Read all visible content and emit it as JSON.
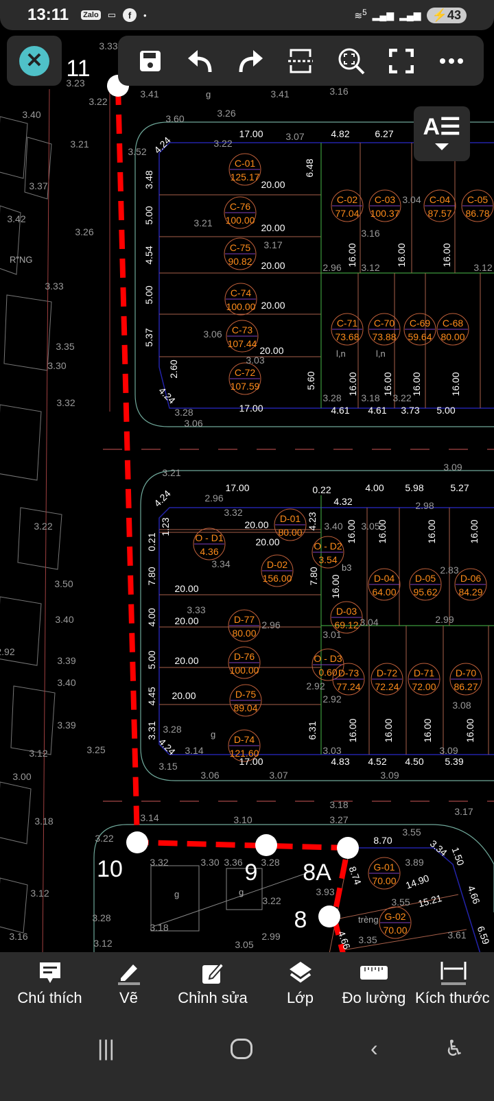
{
  "status_bar": {
    "time": "13:11",
    "notifications": [
      "Zalo",
      "voicemail-icon",
      "facebook-icon",
      "•"
    ],
    "network": "5",
    "battery": "43"
  },
  "toolbar": {
    "buttons": [
      "save",
      "undo",
      "redo",
      "fit-width",
      "zoom-extents",
      "fullscreen",
      "more"
    ]
  },
  "colors": {
    "route": "#ff0000",
    "lot_label": "#ff8c1a",
    "block_outline": "#2323a8",
    "lot_line": "#a8604a",
    "curb": "#6fa89a",
    "green_line": "#3c9a3c",
    "toolbar_bg": "#2b2b2b",
    "close_button": "#4fc1c8"
  },
  "drawing": {
    "route_points": [
      "11",
      "10",
      "9",
      "8A",
      "8"
    ],
    "lots": [
      {
        "id": "C-01",
        "area": "125.17"
      },
      {
        "id": "C-76",
        "area": "100.00"
      },
      {
        "id": "C-75",
        "area": "90.82"
      },
      {
        "id": "C-74",
        "area": "100.00"
      },
      {
        "id": "C-73",
        "area": "107.44"
      },
      {
        "id": "C-72",
        "area": "107.59"
      },
      {
        "id": "C-02",
        "area": "77.04"
      },
      {
        "id": "C-03",
        "area": "100.37"
      },
      {
        "id": "C-04",
        "area": "87.57"
      },
      {
        "id": "C-05",
        "area": "86.78"
      },
      {
        "id": "C-71",
        "area": "73.68"
      },
      {
        "id": "C-70",
        "area": "73.88"
      },
      {
        "id": "C-69",
        "area": "59.64"
      },
      {
        "id": "C-68",
        "area": "80.00"
      },
      {
        "id": "D-01",
        "area": "80.00"
      },
      {
        "id": "O - D1",
        "area": "4.36"
      },
      {
        "id": "O - D2",
        "area": "3.54"
      },
      {
        "id": "D-02",
        "area": "156.00"
      },
      {
        "id": "D-03",
        "area": "69.12"
      },
      {
        "id": "D-04",
        "area": "64.00"
      },
      {
        "id": "D-05",
        "area": "95.62"
      },
      {
        "id": "D-06",
        "area": "84.29"
      },
      {
        "id": "D-77",
        "area": "80.00"
      },
      {
        "id": "D-76",
        "area": "100.00"
      },
      {
        "id": "O - D3",
        "area": "0.60"
      },
      {
        "id": "D-75",
        "area": "89.04"
      },
      {
        "id": "D-74",
        "area": "121.60"
      },
      {
        "id": "D-73",
        "area": "77.24"
      },
      {
        "id": "D-72",
        "area": "72.24"
      },
      {
        "id": "D-71",
        "area": "72.00"
      },
      {
        "id": "D-70",
        "area": "86.27"
      },
      {
        "id": "G-01",
        "area": "70.00"
      },
      {
        "id": "G-02",
        "area": "70.00"
      }
    ],
    "dimensions": [
      "17.00",
      "4.82",
      "6.27",
      "4.24",
      "3.48",
      "5.00",
      "4.54",
      "5.00",
      "5.37",
      "2.60",
      "4.24",
      "17.00",
      "4.61",
      "4.61",
      "3.73",
      "5.00",
      "20.00",
      "20.00",
      "20.00",
      "20.00",
      "20.00",
      "16.00",
      "16.00",
      "16.00",
      "16.00",
      "16.00",
      "16.00",
      "16.00",
      "5.60",
      "6.48",
      "17.00",
      "0.22",
      "4.00",
      "5.98",
      "5.27",
      "4.24",
      "1.23",
      "0.21",
      "7.80",
      "4.00",
      "5.00",
      "4.45",
      "3.31",
      "4.24",
      "17.00",
      "4.83",
      "4.52",
      "4.50",
      "5.39",
      "20.00",
      "20.00",
      "20.00",
      "20.00",
      "20.00",
      "20.00",
      "4.23",
      "4.32",
      "7.80",
      "6.31",
      "16.00",
      "16.00",
      "16.00",
      "16.00",
      "16.00",
      "16.00",
      "16.00",
      "16.00",
      "16.00",
      "8.70",
      "8.74",
      "14.90",
      "15.21",
      "3.34",
      "1.50",
      "4.66",
      "4.66",
      "6.59"
    ],
    "elevations": [
      "3.41",
      "3.41",
      "3.33",
      "3.23",
      "3.22",
      "3.40",
      "3.21",
      "3.37",
      "3.42",
      "3.26",
      "3.33",
      "3.35",
      "3.30",
      "3.32",
      "3.22",
      "3.50",
      "3.40",
      "3.39",
      "3.40",
      "3.39",
      "3.12",
      "3.00",
      "3.18",
      "3.12",
      "3.16",
      "3.25",
      "3.60",
      "3.26",
      "3.16",
      "3.07",
      "3.22",
      "3.21",
      "3.17",
      "3.06",
      "3.03",
      "3.28",
      "3.06",
      "3.52",
      "2.96",
      "3.12",
      "3.12",
      "3.04",
      "3.16",
      "3.28",
      "3.18",
      "3.22",
      "3.21",
      "3.09",
      "2.96",
      "3.32",
      "3.34",
      "3.33",
      "2.96",
      "3.40",
      "3.05",
      "3.01",
      "3.04",
      "2.99",
      "2.98",
      "2.83",
      "2.92",
      "2.92",
      "3.28",
      "3.14",
      "3.03",
      "3.09",
      "3.08",
      "3.15",
      "3.06",
      "3.07",
      "3.09",
      "3.18",
      "3.17",
      "3.27",
      "3.10",
      "3.14",
      "3.22",
      "3.32",
      "3.30",
      "3.36",
      "3.28",
      "3.93",
      "3.89",
      "3.55",
      "3.55",
      "3.35",
      "3.61",
      "3.22",
      "3.18",
      "3.28",
      "3.12",
      "2.99",
      "3.05",
      "2.92"
    ],
    "misc_text": [
      "R\"NG",
      "g",
      "l,n",
      "l,n",
      "b3",
      "trèng",
      "g",
      "g",
      "g"
    ]
  },
  "bottom_tools": [
    {
      "icon": "comment-icon",
      "label": "Chú thích"
    },
    {
      "icon": "pencil-icon",
      "label": "Vẽ"
    },
    {
      "icon": "edit-icon",
      "label": "Chỉnh sửa"
    },
    {
      "icon": "layers-icon",
      "label": "Lớp"
    },
    {
      "icon": "ruler-icon",
      "label": "Đo lường"
    },
    {
      "icon": "dimension-icon",
      "label": "Kích thước"
    }
  ]
}
